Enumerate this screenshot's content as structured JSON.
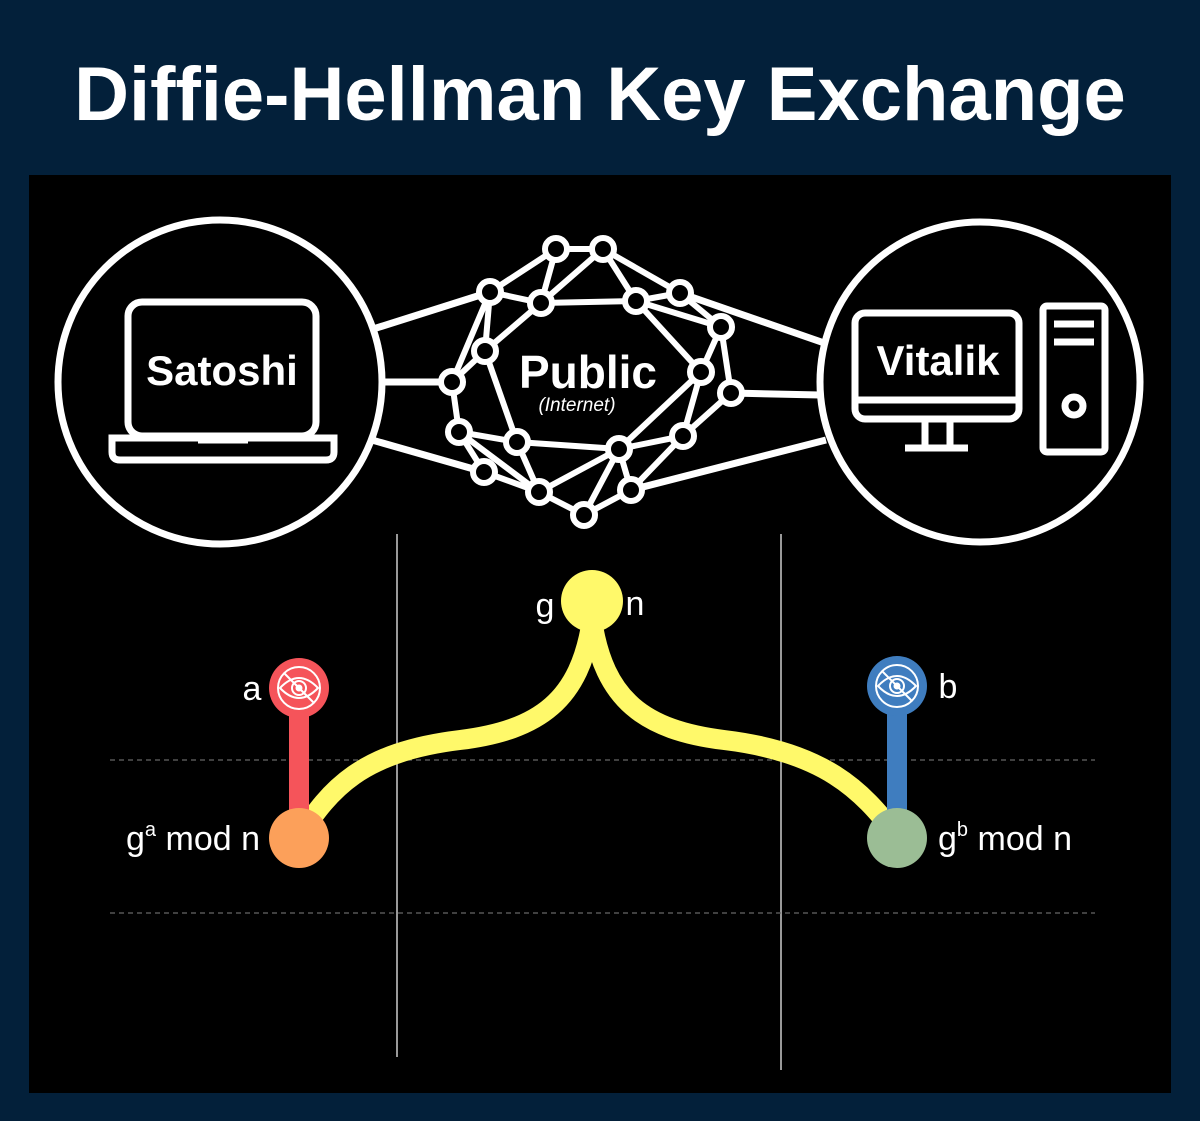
{
  "title": "Diffie-Hellman Key Exchange",
  "left_party": {
    "name": "Satoshi",
    "icon": "laptop-icon"
  },
  "right_party": {
    "name": "Vitalik",
    "icon": "desktop-computer-icon"
  },
  "network": {
    "label": "Public",
    "sublabel": "(Internet)",
    "icon": "network-mesh-icon"
  },
  "public_values": {
    "g": "g",
    "n": "n"
  },
  "secrets": {
    "a": "a",
    "b": "b",
    "icon": "eye-slash-icon"
  },
  "results": {
    "left": {
      "base": "g",
      "exp": "a",
      "rest": " mod n"
    },
    "right": {
      "base": "g",
      "exp": "b",
      "rest": " mod n"
    }
  },
  "colors": {
    "background": "#03203a",
    "panel": "#000000",
    "public": "#fff96a",
    "secret_a": "#f5545a",
    "secret_b": "#3f7dbf",
    "result_a": "#fca05a",
    "result_b": "#9bbd95"
  }
}
